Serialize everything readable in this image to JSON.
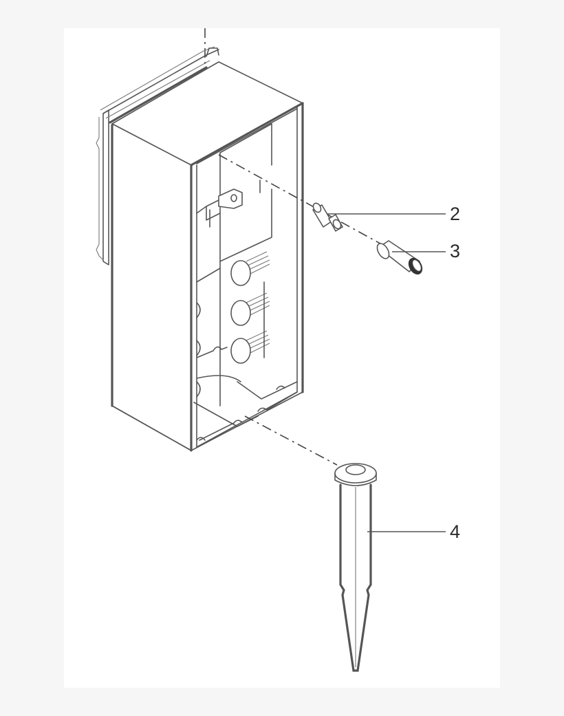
{
  "diagram": {
    "type": "exploded-parts-view",
    "subject": "wall-mount enclosure box with ground stake",
    "background_color": "#f6f6f6",
    "panel_color": "#ffffff",
    "line_color": "#555555",
    "callouts": [
      {
        "id": "2",
        "label": "2",
        "part": "pin"
      },
      {
        "id": "3",
        "label": "3",
        "part": "threaded cap"
      },
      {
        "id": "4",
        "label": "4",
        "part": "ground stake"
      }
    ]
  }
}
